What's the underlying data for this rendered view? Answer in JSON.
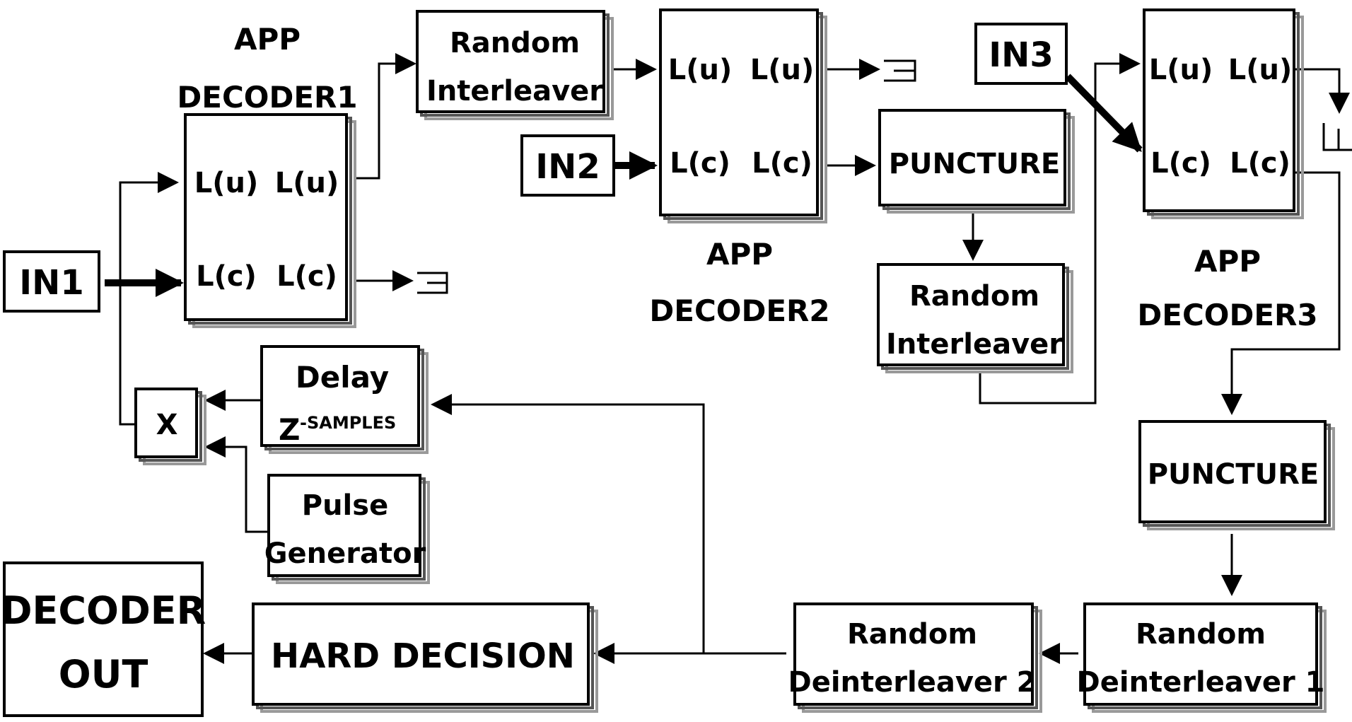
{
  "inputs": {
    "in1": "IN1",
    "in2": "IN2",
    "in3": "IN3"
  },
  "decoders": {
    "d1": {
      "title_line1": "APP",
      "title_line2": "DECODER1",
      "in_u": "L(u)",
      "out_u": "L(u)",
      "in_c": "L(c)",
      "out_c": "L(c)"
    },
    "d2": {
      "title_line1": "APP",
      "title_line2": "DECODER2",
      "in_u": "L(u)",
      "out_u": "L(u)",
      "in_c": "L(c)",
      "out_c": "L(c)"
    },
    "d3": {
      "title_line1": "APP",
      "title_line2": "DECODER3",
      "in_u": "L(u)",
      "out_u": "L(u)",
      "in_c": "L(c)",
      "out_c": "L(c)"
    }
  },
  "blocks": {
    "interleaver1": {
      "line1": "Random",
      "line2": "Interleaver"
    },
    "interleaver2": {
      "line1": "Random",
      "line2": "Interleaver"
    },
    "puncture1": "PUNCTURE",
    "puncture2": "PUNCTURE",
    "deinterleaver1": {
      "line1": "Random",
      "line2": "Deinterleaver 1"
    },
    "deinterleaver2": {
      "line1": "Random",
      "line2": "Deinterleaver 2"
    },
    "hard_decision": "HARD DECISION",
    "decoder_out": {
      "line1": "DECODER",
      "line2": "OUT"
    },
    "delay": {
      "line1": "Delay",
      "z": "Z",
      "sup": "-SAMPLES"
    },
    "pulse": {
      "line1": "Pulse",
      "line2": "Generator"
    },
    "multiplier": "X"
  }
}
